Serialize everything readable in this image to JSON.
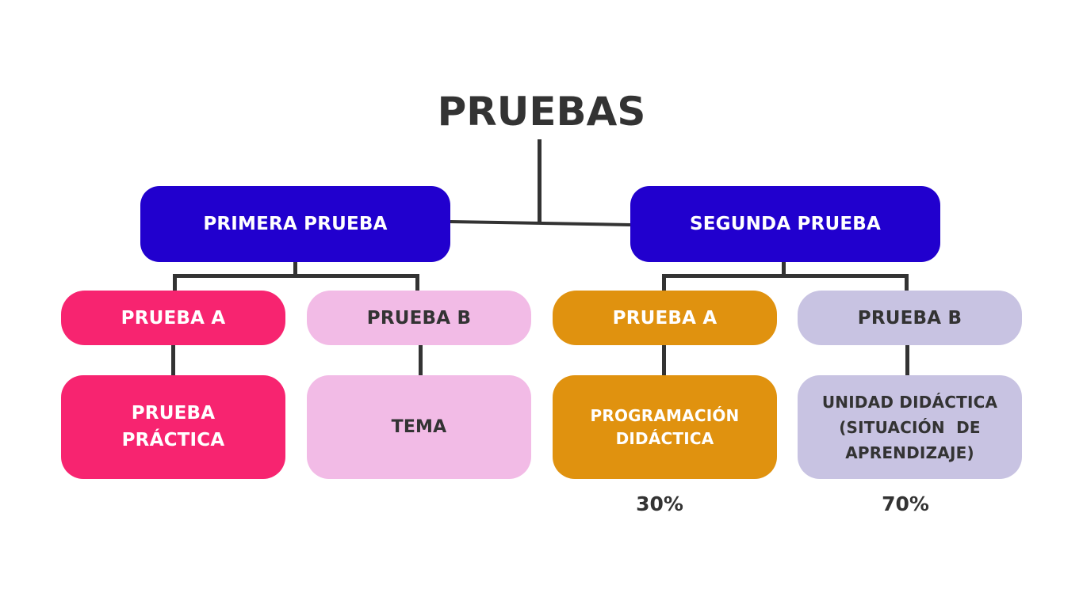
{
  "title": "PRUEBAS",
  "branches": [
    {
      "label": "PRIMERA PRUEBA",
      "color": "#2100CE",
      "children": [
        {
          "label": "PRUEBA A",
          "color": "#F72470",
          "detail": [
            "PRUEBA",
            "PRÁCTICA"
          ]
        },
        {
          "label": "PRUEBA B",
          "color": "#F2BBE6",
          "detail": [
            "TEMA"
          ]
        }
      ]
    },
    {
      "label": "SEGUNDA PRUEBA",
      "color": "#2100CE",
      "children": [
        {
          "label": "PRUEBA A",
          "color": "#E0920F",
          "detail": [
            "PROGRAMACIÓN",
            "DIDÁCTICA"
          ],
          "weight": "30%"
        },
        {
          "label": "PRUEBA B",
          "color": "#C8C3E2",
          "detail": [
            "UNIDAD DIDÁCTICA",
            "(SITUACIÓN  DE",
            "APRENDIZAJE)"
          ],
          "weight": "70%"
        }
      ]
    }
  ]
}
